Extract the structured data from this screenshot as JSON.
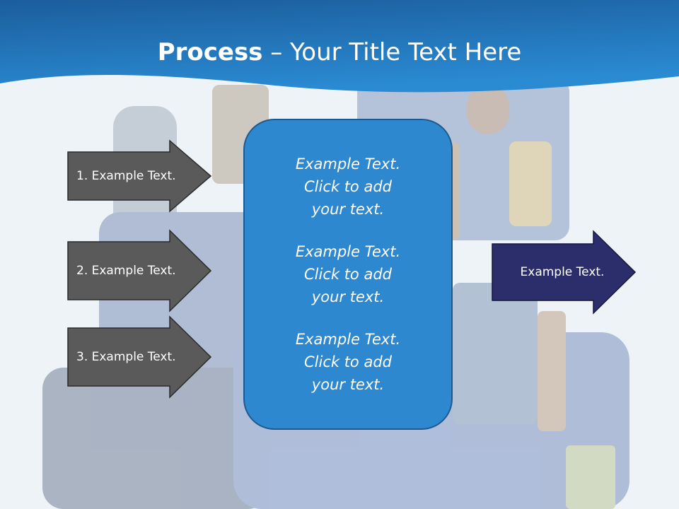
{
  "slide": {
    "title_bold": "Process",
    "title_rest": " – Your Title Text Here"
  },
  "inputs": [
    {
      "label": "1. Example Text."
    },
    {
      "label": "2. Example Text."
    },
    {
      "label": "3. Example Text."
    }
  ],
  "center": {
    "paragraphs": [
      {
        "lines": [
          "Example Text.",
          "Click  to add",
          "your text."
        ]
      },
      {
        "lines": [
          "Example Text.",
          "Click  to add",
          "your text."
        ]
      },
      {
        "lines": [
          "Example Text.",
          "Click  to add",
          "your text."
        ]
      }
    ]
  },
  "output": {
    "label": "Example Text."
  },
  "colors": {
    "header_top": "#1b5d9c",
    "header_bottom": "#2a8ad2",
    "input_arrow": "#5a5a5a",
    "output_arrow": "#2c2d6b",
    "center_box": "#2e88cf",
    "background": "#eef3f8"
  },
  "icons": {
    "background_illustration": "toolbox-photo"
  }
}
